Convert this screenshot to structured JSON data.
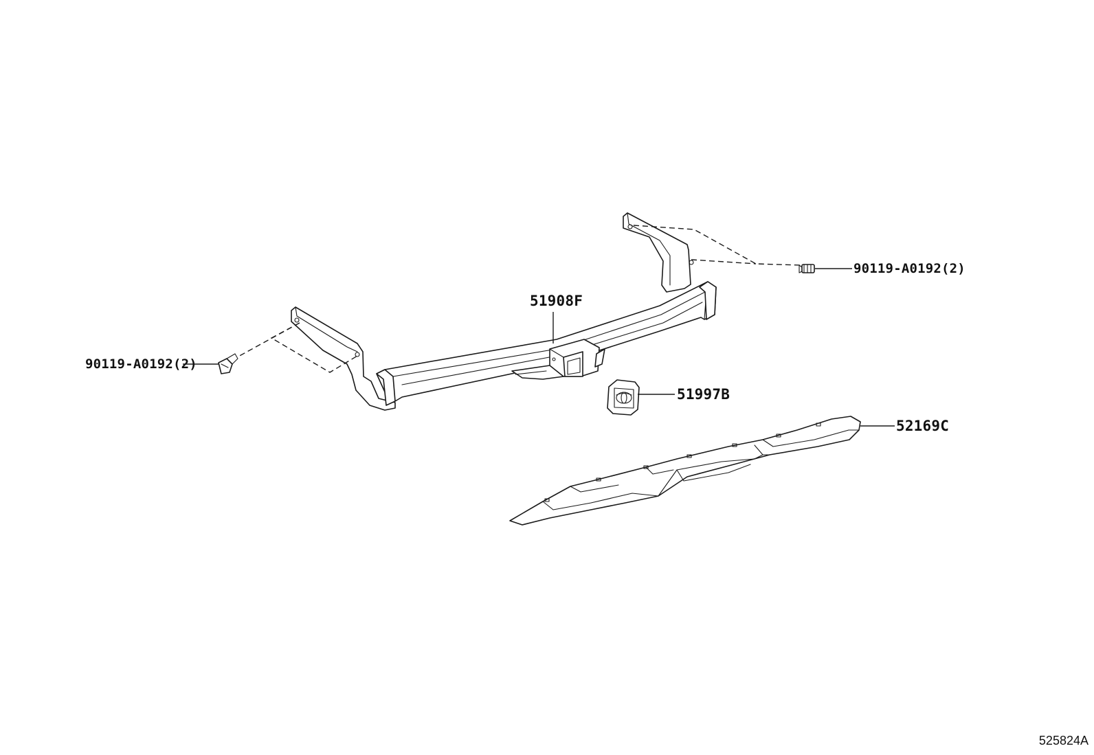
{
  "callouts": {
    "bolt_right": "90119-A0192(2)",
    "bolt_left": "90119-A0192(2)",
    "hitch_assembly": "51908F",
    "hitch_plug": "51997B",
    "cover": "52169C"
  },
  "catalog_id": "525824A",
  "icons": {
    "bolt": "hex-flange-bolt-icon",
    "plug": "hitch-plug-emblem-icon"
  },
  "colors": {
    "line": "#1a1a1a",
    "background": "#ffffff"
  }
}
